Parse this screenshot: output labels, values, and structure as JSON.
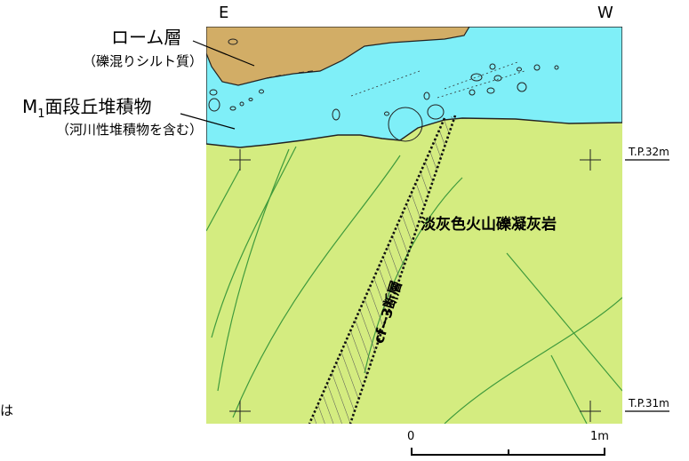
{
  "orientation": {
    "left": "E",
    "right": "W"
  },
  "layers": {
    "loam": {
      "name": "ローム層",
      "detail": "（礫混りシルト質）",
      "color": "#d2ad66"
    },
    "terrace": {
      "name_prefix": "M",
      "name_sub": "1",
      "name_suffix": "面段丘堆積物",
      "detail": "（河川性堆積物を含む）",
      "color": "#7feff8"
    },
    "tuff": {
      "name": "淡灰色火山礫凝灰岩",
      "color": "#d4ec80"
    }
  },
  "fault": {
    "name": "cf−3断層"
  },
  "elevations": {
    "upper": "T.P.32m",
    "lower": "T.P.31m"
  },
  "scale": {
    "start": "0",
    "end": "1m"
  },
  "margin_note": "は"
}
